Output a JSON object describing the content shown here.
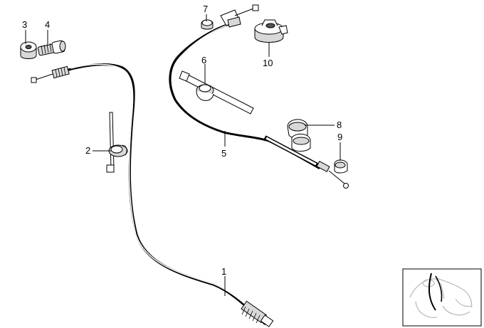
{
  "diagram": {
    "callouts": [
      {
        "id": "1",
        "text": "1"
      },
      {
        "id": "2",
        "text": "2"
      },
      {
        "id": "3",
        "text": "3"
      },
      {
        "id": "4",
        "text": "4"
      },
      {
        "id": "5",
        "text": "5"
      },
      {
        "id": "6",
        "text": "6"
      },
      {
        "id": "7",
        "text": "7"
      },
      {
        "id": "8",
        "text": "8"
      },
      {
        "id": "9",
        "text": "9"
      },
      {
        "id": "10",
        "text": "10"
      }
    ]
  },
  "colors": {
    "background": "#ffffff",
    "line": "#000000",
    "fill_light": "#d8d8d8"
  }
}
